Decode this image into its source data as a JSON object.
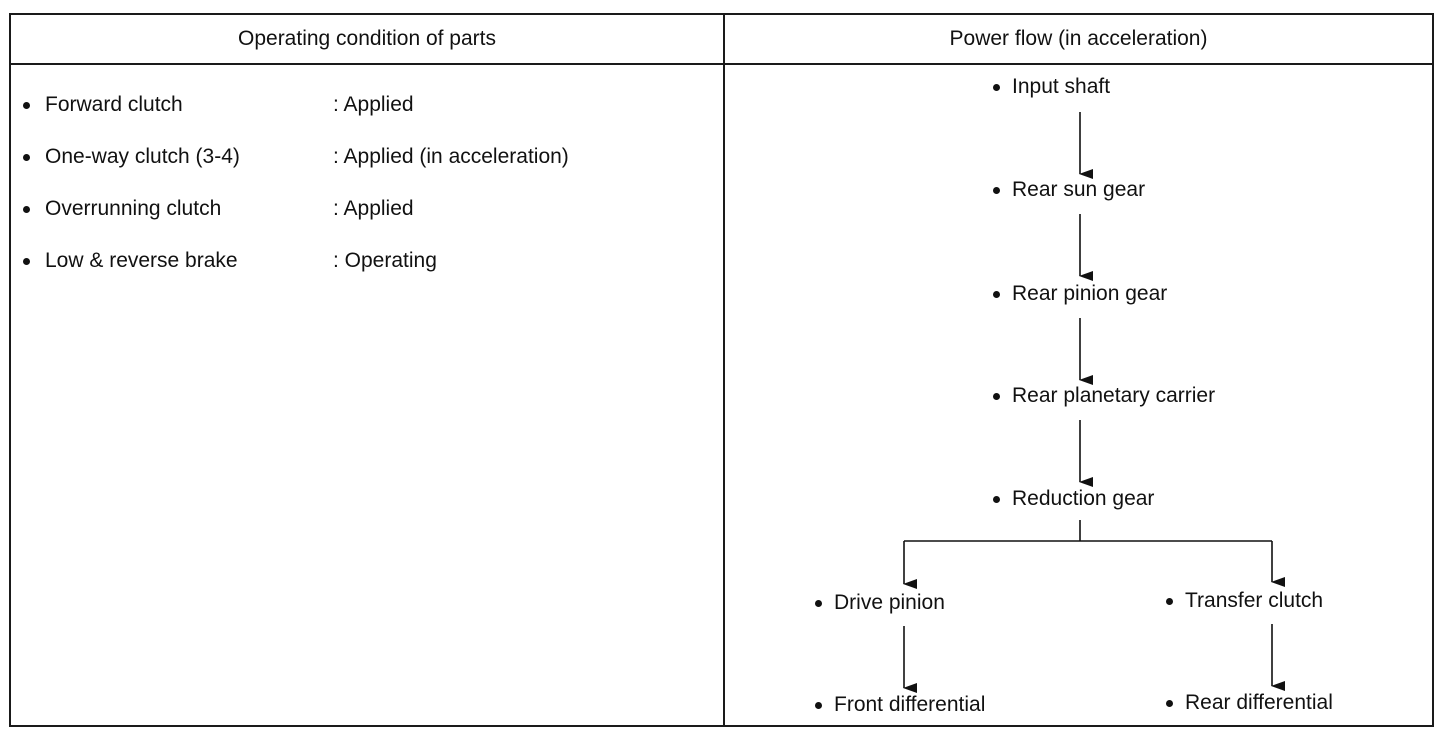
{
  "table": {
    "left_header": "Operating condition of parts",
    "right_header": "Power flow (in acceleration)"
  },
  "conditions": [
    {
      "name": "Forward clutch",
      "state": ": Applied"
    },
    {
      "name": "One-way clutch (3-4)",
      "state": ": Applied (in acceleration)"
    },
    {
      "name": "Overrunning clutch",
      "state": ": Applied"
    },
    {
      "name": "Low & reverse brake",
      "state": ": Operating"
    }
  ],
  "power_flow": {
    "main": [
      "Input shaft",
      "Rear sun gear",
      "Rear pinion gear",
      "Rear planetary carrier",
      "Reduction gear"
    ],
    "left_branch": [
      "Drive pinion",
      "Front differential"
    ],
    "right_branch": [
      "Transfer clutch",
      "Rear differential"
    ]
  },
  "icons": {
    "bullet": "bullet-dot-icon",
    "arrow": "arrow-down-icon"
  }
}
